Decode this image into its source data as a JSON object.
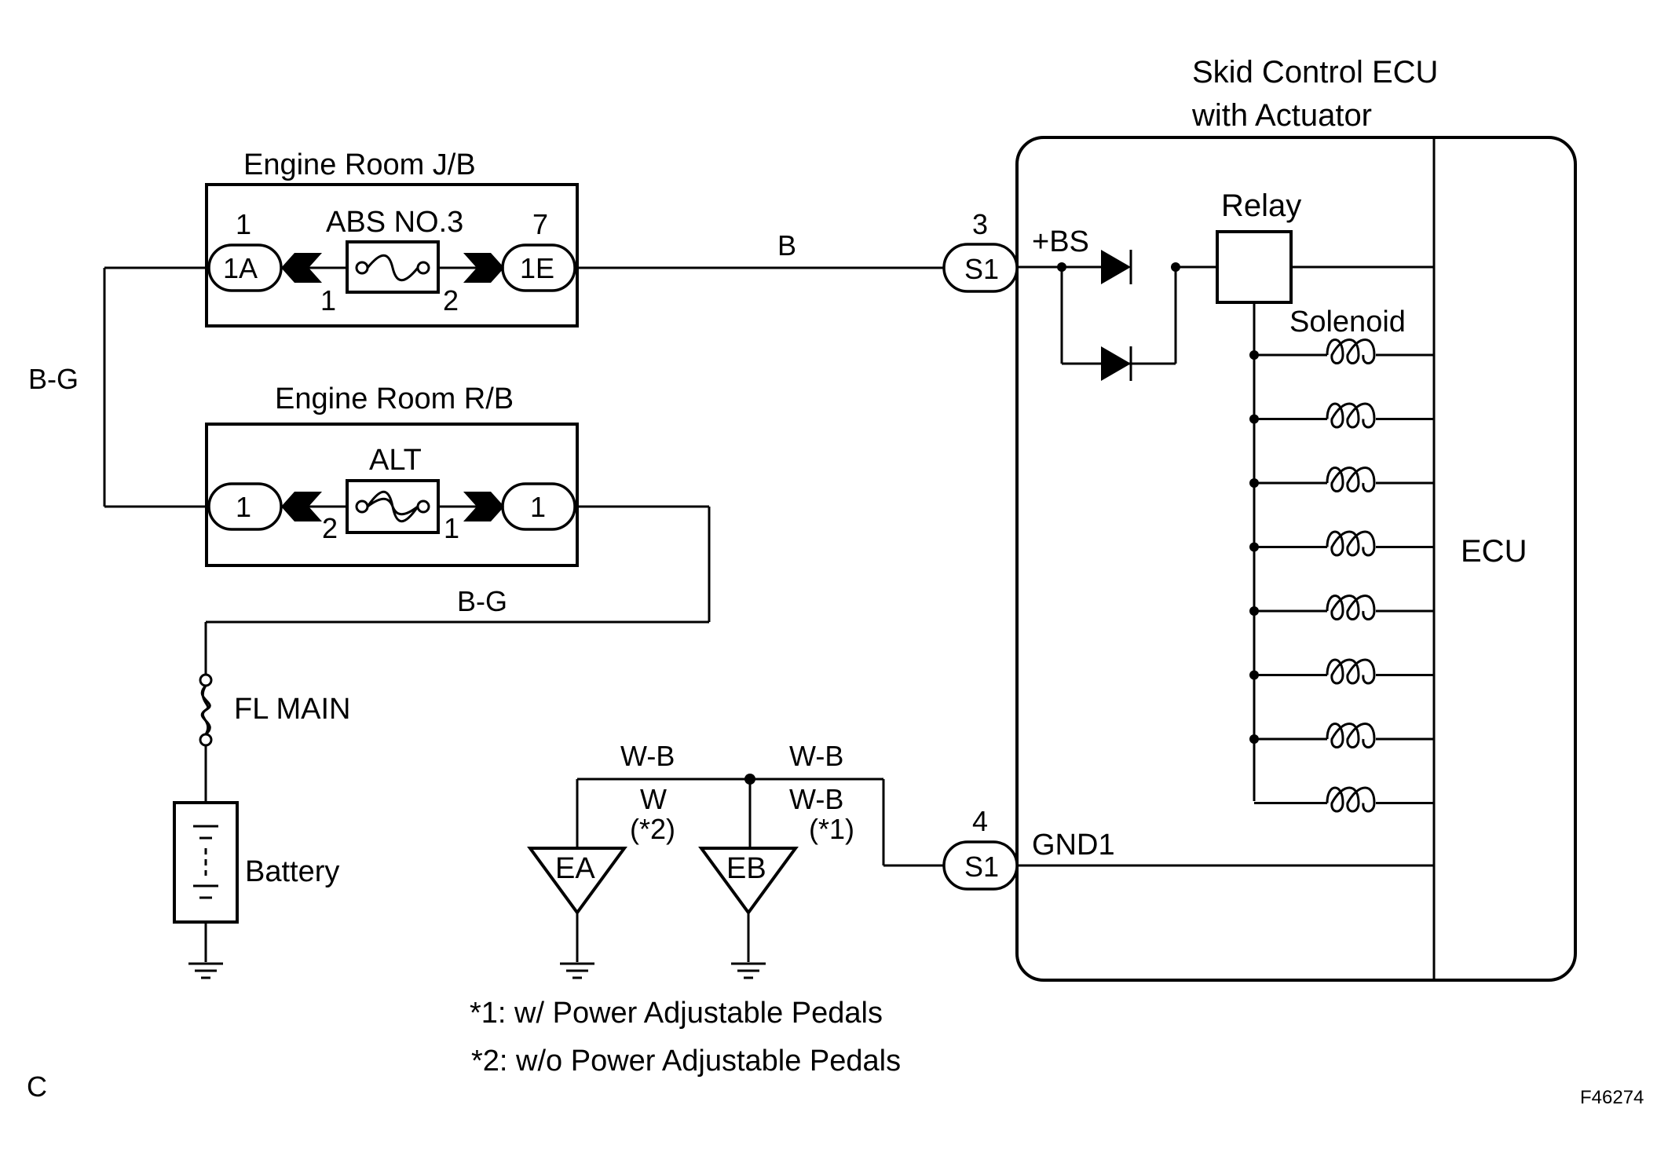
{
  "labels": {
    "ecu_title_line1": "Skid Control ECU",
    "ecu_title_line2": "with Actuator",
    "jb_title": "Engine Room J/B",
    "rb_title": "Engine Room R/B",
    "abs_fuse": "ABS NO.3",
    "alt_fuse": "ALT",
    "relay": "Relay",
    "solenoid": "Solenoid",
    "ecu": "ECU",
    "plus_bs": "+BS",
    "gnd1": "GND1",
    "fl_main": "FL MAIN",
    "battery": "Battery",
    "corner_left": "C",
    "figure_id": "F46274"
  },
  "connectors": {
    "jb_left": "1A",
    "jb_right": "1E",
    "rb_left": "1",
    "rb_right": "1",
    "s1_top": "S1",
    "s1_bottom": "S1",
    "ground_ea": "EA",
    "ground_eb": "EB"
  },
  "pins": {
    "jb_left_pin": "1",
    "jb_right_pin": "7",
    "abs_fuse_left": "1",
    "abs_fuse_right": "2",
    "alt_fuse_left": "2",
    "alt_fuse_right": "1",
    "s1_top_pin": "3",
    "s1_bottom_pin": "4"
  },
  "wires": {
    "jb_to_ecu": "B",
    "left_vertical": "B-G",
    "alt_to_fl": "B-G",
    "ea_branch": "W-B",
    "eb_branch": "W-B",
    "alt_top": "W",
    "alt_top_note": "(*2)",
    "alt_bottom": "W-B",
    "alt_bottom_note": "(*1)"
  },
  "notes": [
    "*1: w/ Power Adjustable Pedals",
    "*2: w/o Power Adjustable Pedals"
  ],
  "solenoid_count": 8
}
